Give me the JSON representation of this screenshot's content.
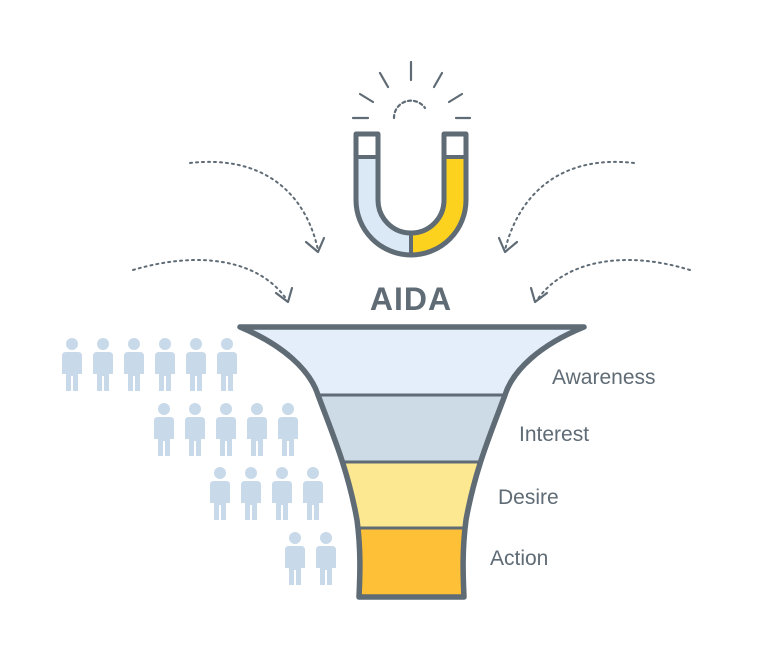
{
  "title": "AIDA",
  "stages": [
    {
      "label": "Awareness",
      "color": "#e3eefa",
      "people": 6
    },
    {
      "label": "Interest",
      "color": "#cddbe7",
      "people": 5
    },
    {
      "label": "Desire",
      "color": "#fde892",
      "people": 4
    },
    {
      "label": "Action",
      "color": "#fdc036",
      "people": 2
    }
  ],
  "colors": {
    "outline": "#5f6b75",
    "magnet_left": "#dbe8f5",
    "magnet_right": "#fdd21f",
    "person": "#c8d9e9",
    "arrow": "#5f6b75"
  },
  "icons": [
    "magnet-icon",
    "sparkle-icon",
    "person-icon",
    "dotted-arrow-icon"
  ]
}
